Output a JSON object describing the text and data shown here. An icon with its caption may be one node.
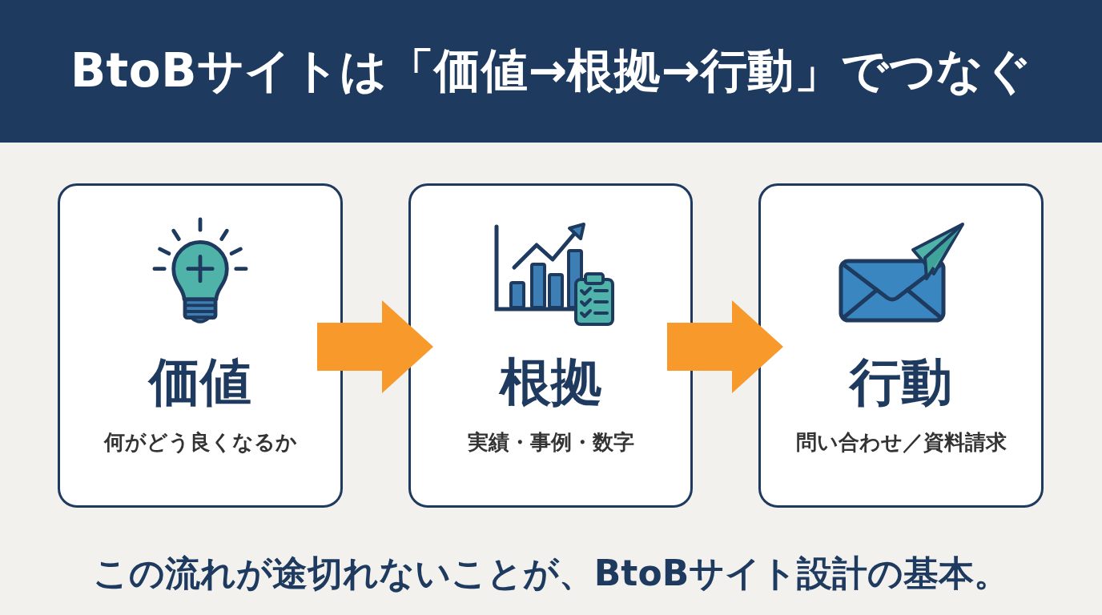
{
  "diagram": {
    "title": "BtoBサイトは「価値→根拠→行動」でつなぐ",
    "nodes": [
      {
        "text": [
          "価値",
          "何がどう良くなるか"
        ]
      },
      {
        "text": [
          "根拠",
          "実績・事例・数字"
        ]
      },
      {
        "text": [
          "行動",
          "問い合わせ／資料請求"
        ]
      }
    ],
    "edges": [
      {
        "from": 0,
        "to": 1,
        "arrow": "to"
      },
      {
        "from": 1,
        "to": 2,
        "arrow": "to"
      }
    ],
    "caption": "この流れが途切れないことが、BtoBサイト設計の基本。"
  }
}
